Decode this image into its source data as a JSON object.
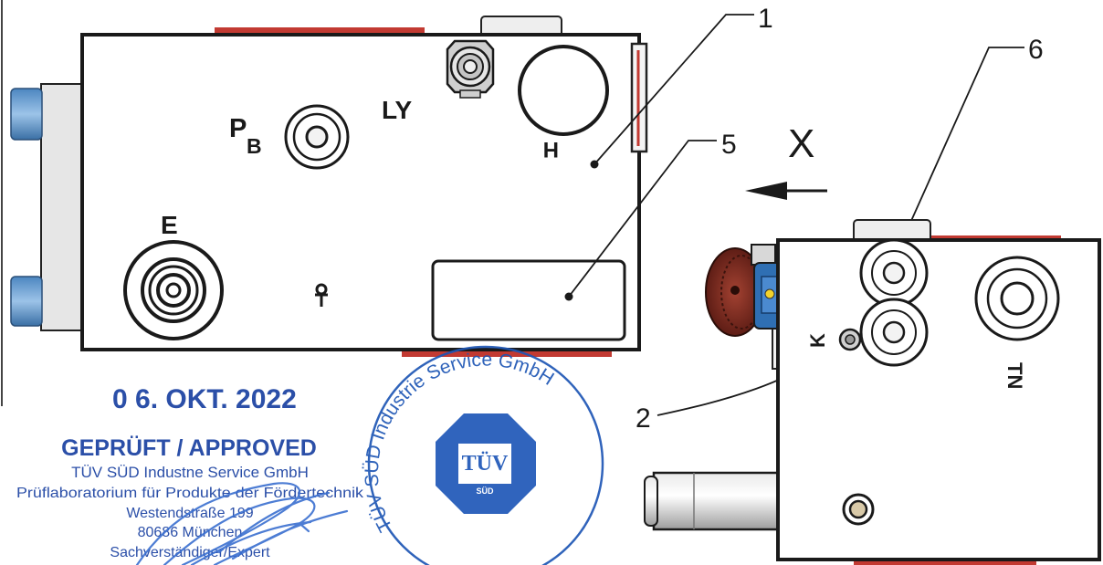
{
  "drawing": {
    "direction_arrow_label": "X",
    "callouts": [
      "1",
      "2",
      "5",
      "6"
    ],
    "ports": {
      "pb_main": "P",
      "pb_sub": "B",
      "ly": "LY",
      "e": "E",
      "h": "H",
      "k": "K",
      "tn": "TN"
    }
  },
  "approval_stamp": {
    "date": "0 6. OKT. 2022",
    "status": "GEPRÜFT / APPROVED",
    "org": "TÜV SÜD Industne Service GmbH",
    "lab": "Prüflaboratorium für Produkte der Fördertechnik",
    "street": "Westendstraße 199",
    "city": "80686 München",
    "expert": "Sachverständiger/Expert"
  },
  "round_seal": {
    "ring_text": "TÜV SÜD Industrie Service GmbH",
    "logo_text": "TÜV",
    "logo_sub": "SÜD"
  },
  "colors": {
    "stamp_blue": "#2b4fa8",
    "seal_blue": "#1e56b5",
    "line_black": "#1a1a1a",
    "accent_red": "#c23a32",
    "connector_blue": "#7aaad8",
    "knob_red": "#8b2d22"
  }
}
